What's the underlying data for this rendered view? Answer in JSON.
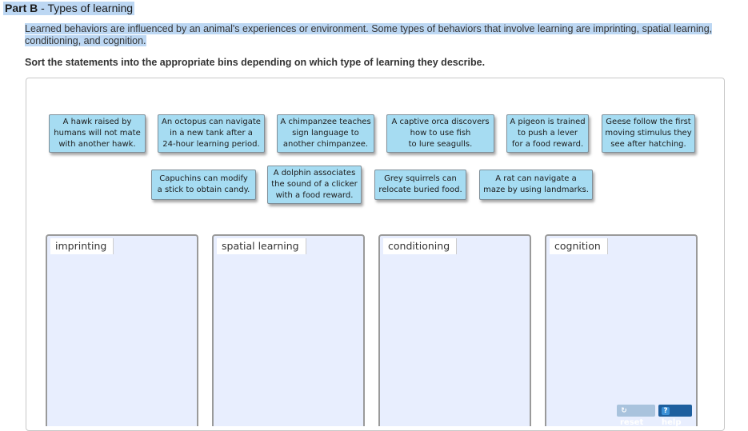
{
  "part": {
    "label": "Part B",
    "separator": " - ",
    "title": "Types of learning"
  },
  "intro": "Learned behaviors are influenced by an animal's experiences or environment. Some types of behaviors that involve learning are imprinting, spatial learning, conditioning, and cognition.",
  "instruction": "Sort the statements into the appropriate bins depending on which type of learning they describe.",
  "statements": [
    "A hawk raised by\nhumans will not mate\nwith another hawk.",
    "An octopus can navigate\nin a new tank after a\n24-hour learning period.",
    "A chimpanzee teaches\nsign language to\nanother chimpanzee.",
    "A captive orca discovers\nhow to use fish\nto lure seagulls.",
    "A pigeon is trained\nto push a lever\nfor a food reward.",
    "Geese follow the first\nmoving stimulus they\nsee after hatching.",
    "Capuchins can modify\na stick to obtain candy.",
    "A dolphin associates\nthe sound of a clicker\nwith a food reward.",
    "Grey squirrels can\nrelocate buried food.",
    "A rat can navigate a\nmaze by using landmarks."
  ],
  "bins": [
    "imprinting",
    "spatial learning",
    "conditioning",
    "cognition"
  ],
  "buttons": {
    "reset": "reset",
    "help": "help"
  },
  "icons": {
    "reset": "reset-icon",
    "help": "help-icon"
  }
}
